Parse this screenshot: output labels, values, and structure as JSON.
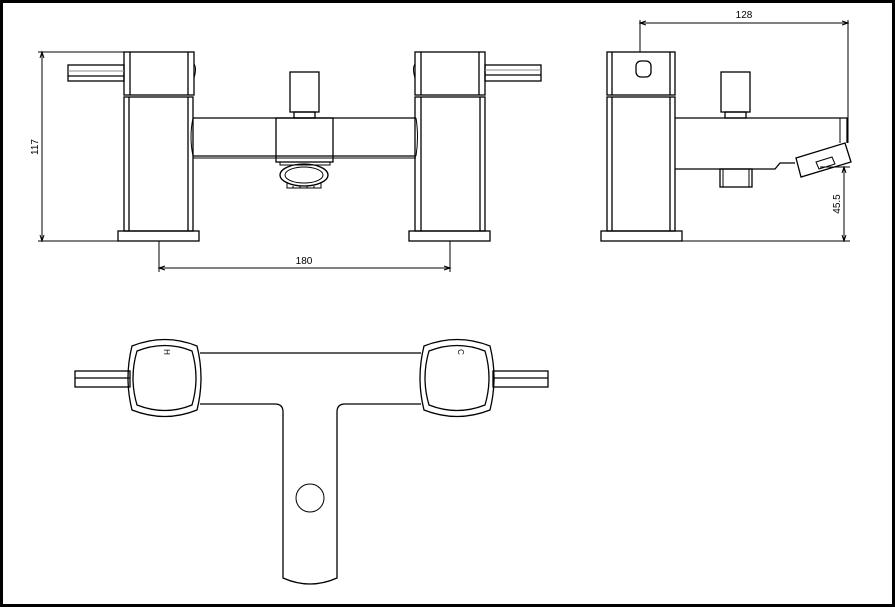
{
  "drawing": {
    "subject": "bath shower mixer",
    "views": {
      "front": {
        "dimensions": {
          "height_label": "117",
          "centres_label": "180"
        }
      },
      "side": {
        "dimensions": {
          "depth_label": "128",
          "spout_height_label": "45.5"
        }
      },
      "plan": {
        "handle_labels": {
          "hot": "H",
          "cold": "C"
        }
      }
    },
    "colors": {
      "line": "#000000",
      "background": "#ffffff",
      "hidden_line": "#888888"
    }
  }
}
